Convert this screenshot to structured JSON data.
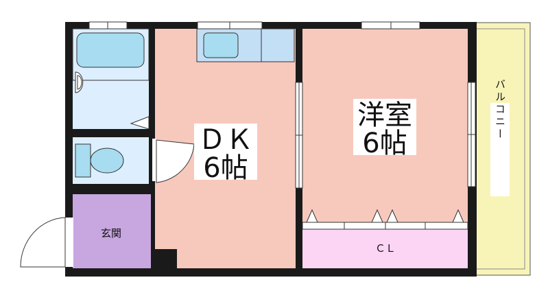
{
  "rooms": {
    "dk": {
      "label": "ＤＫ",
      "size": "6帖"
    },
    "western": {
      "label": "洋室",
      "size": "6帖"
    },
    "entrance": {
      "label": "玄関"
    },
    "closet": {
      "label": "ＣＬ"
    },
    "balcony": {
      "label": "バルコニー"
    }
  },
  "colors": {
    "wall": "#1a1a1a",
    "room": "#f7c9bc",
    "wet": "#ddefff",
    "fixture": "#a8dcf0",
    "entrance": "#c8a6e0",
    "closet": "#fcd4f4",
    "balcony": "#f8f4b8"
  }
}
